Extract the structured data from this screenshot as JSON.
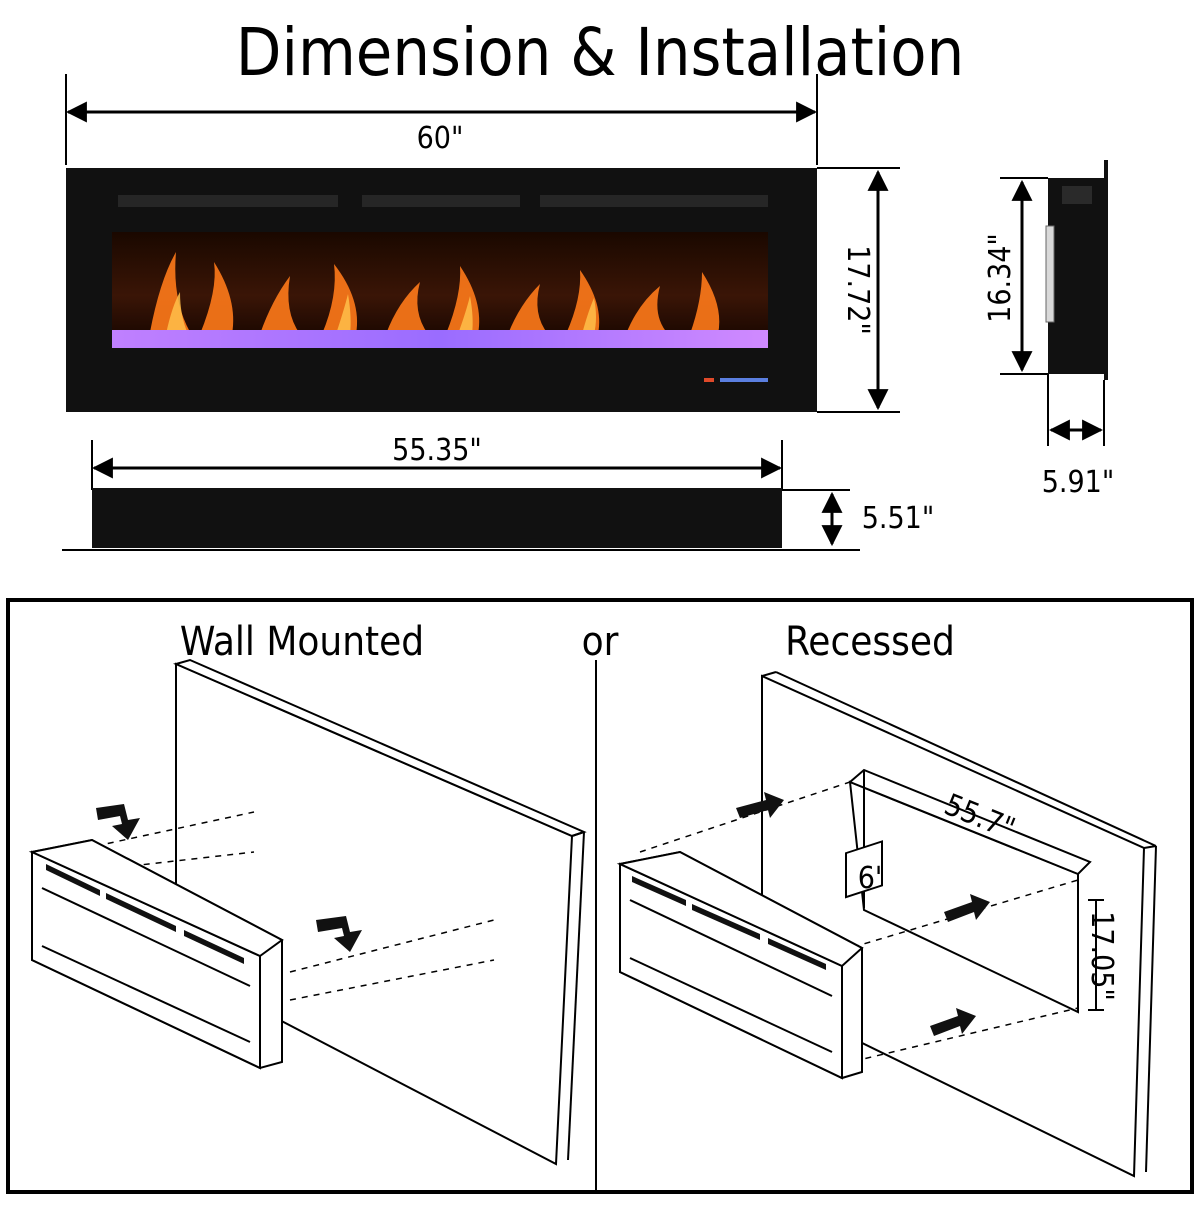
{
  "title": "Dimension & Installation",
  "dimensions": {
    "front_width": "60\"",
    "front_height": "17.72\"",
    "side_height": "16.34\"",
    "side_depth": "5.91\"",
    "bottom_width": "55.35\"",
    "bottom_depth": "5.51\""
  },
  "installation": {
    "option_a": "Wall Mounted",
    "separator": "or",
    "option_b": "Recessed",
    "cutout_width": "55.7\"",
    "cutout_depth": "6'",
    "cutout_height": "17.05\""
  },
  "colors": {
    "frame": "#111111",
    "flame": "#ff7a1a",
    "crystals": "#b070ff"
  }
}
